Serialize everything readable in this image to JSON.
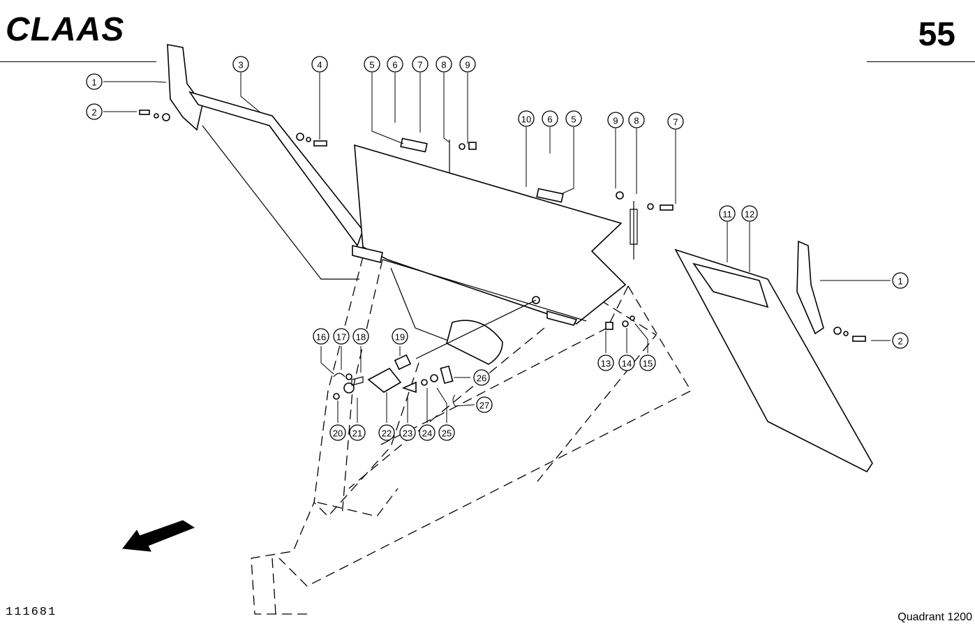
{
  "header": {
    "brand": "CLAAS",
    "page_number": "55"
  },
  "footer": {
    "doc_id": "111681",
    "model": "Quadrant 1200"
  },
  "callouts": [
    "1",
    "2",
    "3",
    "4",
    "5",
    "6",
    "7",
    "8",
    "9",
    "9",
    "8",
    "7",
    "10",
    "6",
    "5",
    "11",
    "12",
    "1",
    "2",
    "16",
    "17",
    "18",
    "19",
    "13",
    "14",
    "15",
    "26",
    "27",
    "20",
    "21",
    "22",
    "23",
    "24",
    "25"
  ],
  "colors": {
    "ink": "#000000",
    "paper": "#ffffff"
  }
}
